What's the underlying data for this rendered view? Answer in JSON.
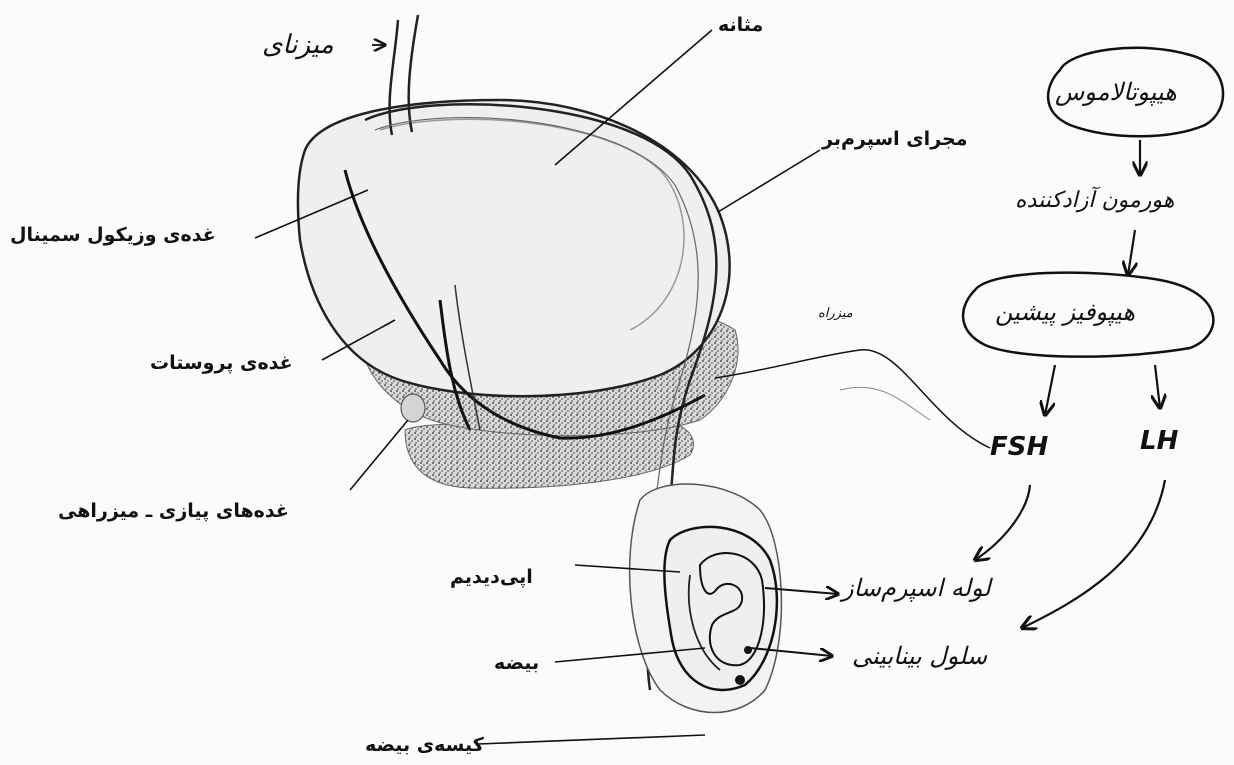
{
  "labels": {
    "ureter": "میزنای",
    "bladder": "مثانه",
    "vas_deferens": "مجرای اسپرم‌بر",
    "seminal_vesicle": "غده‌ی وزیکول سمینال",
    "prostate": "غده‌ی پروستات",
    "urethra": "میزراه",
    "bulbourethral": "غده‌های پیازی ـ میزراهی",
    "epididymis": "اپی‌دیدیم",
    "testis": "بیضه",
    "scrotum": "کیسه‌ی بیضه"
  },
  "hormone_chart": {
    "hypothalamus": "هیپوتالاموس",
    "releasing_hormone": "هورمون آزادکننده",
    "pituitary": "هیپوفیز پیشین",
    "fsh": "FSH",
    "lh": "LH",
    "fsh_target": "لوله‌ اسپرم‌ساز",
    "lh_target": "سلول بینابینی"
  }
}
